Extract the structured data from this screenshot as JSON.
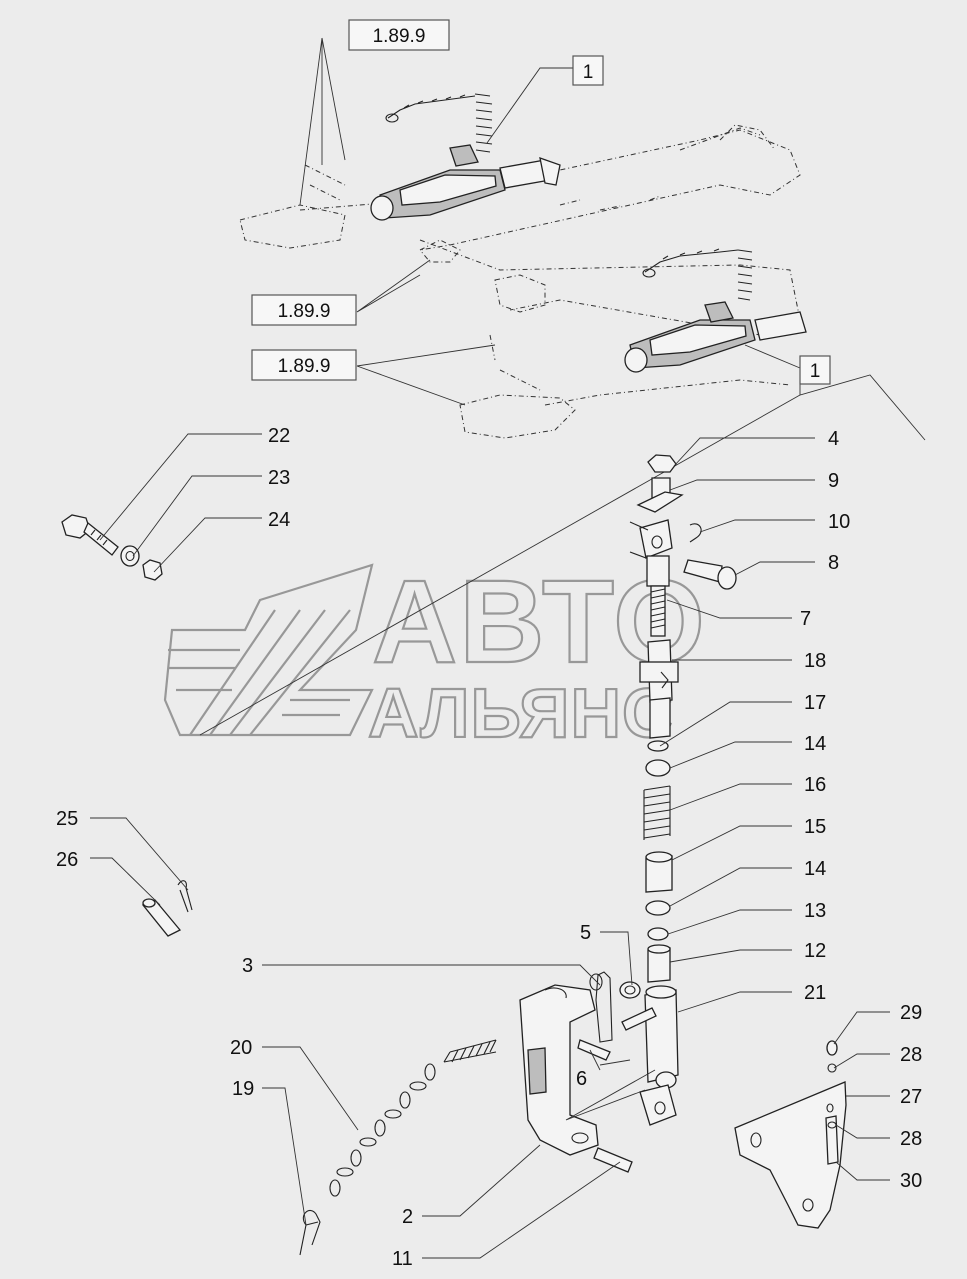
{
  "watermark": {
    "line1": "АВТО",
    "line2": "АЛЬЯНС"
  },
  "refs": {
    "r1": "1.89.9",
    "r2": "1.89.9",
    "r3": "1.89.9",
    "r4": "1",
    "r5": "1"
  },
  "callouts": {
    "c22": "22",
    "c23": "23",
    "c24": "24",
    "c4": "4",
    "c9": "9",
    "c10": "10",
    "c8": "8",
    "c7": "7",
    "c18": "18",
    "c17": "17",
    "c14a": "14",
    "c16": "16",
    "c15": "15",
    "c14b": "14",
    "c13": "13",
    "c12": "12",
    "c21": "21",
    "c5": "5",
    "c3": "3",
    "c6": "6",
    "c20": "20",
    "c19": "19",
    "c2": "2",
    "c11": "11",
    "c25": "25",
    "c26": "26",
    "c29": "29",
    "c28a": "28",
    "c27": "27",
    "c28b": "28",
    "c30": "30"
  }
}
